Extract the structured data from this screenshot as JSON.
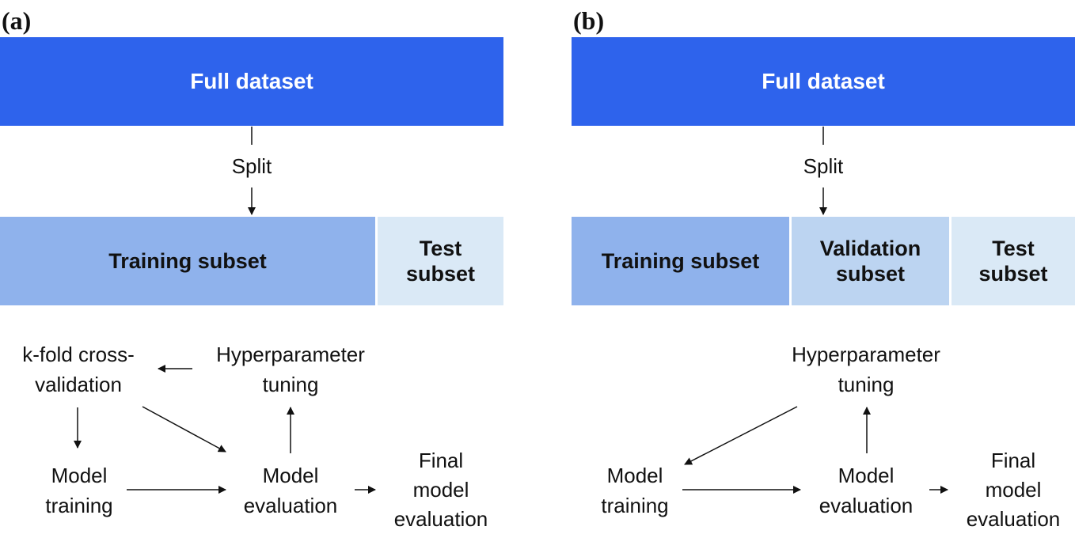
{
  "panel_a": {
    "label": "(a)",
    "full_dataset": "Full dataset",
    "split": "Split",
    "training": "Training subset",
    "test": "Test subset",
    "kfold": "k-fold cross-validation",
    "kfold_line1": "k-fold cross-",
    "kfold_line2": "validation",
    "hyper_line1": "Hyperparameter",
    "hyper_line2": "tuning",
    "mtrain_line1": "Model",
    "mtrain_line2": "training",
    "meval_line1": "Model",
    "meval_line2": "evaluation",
    "final_line1": "Final",
    "final_line2": "model",
    "final_line3": "evaluation",
    "test_line1": "Test",
    "test_line2": "subset"
  },
  "panel_b": {
    "label": "(b)",
    "full_dataset": "Full dataset",
    "split": "Split",
    "training": "Training subset",
    "valid_line1": "Validation",
    "valid_line2": "subset",
    "test_line1": "Test",
    "test_line2": "subset",
    "hyper_line1": "Hyperparameter",
    "hyper_line2": "tuning",
    "mtrain_line1": "Model",
    "mtrain_line2": "training",
    "meval_line1": "Model",
    "meval_line2": "evaluation",
    "final_line1": "Final",
    "final_line2": "model",
    "final_line3": "evaluation"
  },
  "colors": {
    "full": "#2e63ec",
    "training": "#8fb2ec",
    "validation": "#bcd4f1",
    "test": "#dae9f6",
    "arrow": "#111111"
  }
}
